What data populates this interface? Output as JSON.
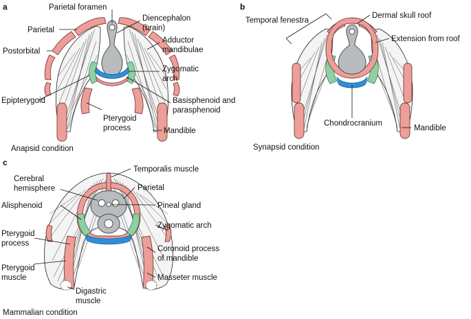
{
  "panels": {
    "a": {
      "letter": "a",
      "caption": "Anapsid condition",
      "labels": {
        "parietal_foramen": "Parietal foramen",
        "parietal": "Parietal",
        "postorbital": "Postorbital",
        "diencephalon_1": "Diencephalon",
        "diencephalon_2": "(brain)",
        "adductor_1": "Adductor",
        "adductor_2": "mandibulae",
        "zygomatic_1": "Zygomatic",
        "zygomatic_2": "arch",
        "epipterygoid": "Epipterygoid",
        "basisphenoid_1": "Basisphenoid and",
        "basisphenoid_2": "parasphenoid",
        "pterygoid_1": "Pterygoid",
        "pterygoid_2": "process",
        "mandible": "Mandible"
      }
    },
    "b": {
      "letter": "b",
      "caption": "Synapsid condition",
      "labels": {
        "temporal_fenestra": "Temporal fenestra",
        "dermal_skull_roof": "Dermal skull roof",
        "extension_from_roof": "Extension from roof",
        "chondrocranium": "Chondrocranium",
        "mandible": "Mandible"
      }
    },
    "c": {
      "letter": "c",
      "caption": "Mammalian condition",
      "labels": {
        "temporalis": "Temporalis muscle",
        "cerebral_1": "Cerebral",
        "cerebral_2": "hemisphere",
        "parietal": "Parietal",
        "alisphenoid": "Alisphenoid",
        "pineal": "Pineal gland",
        "zygomatic": "Zygomatic arch",
        "pterygoid_proc_1": "Pterygoid",
        "pterygoid_proc_2": "process",
        "coronoid_1": "Coronoid process",
        "coronoid_2": "of mandible",
        "pterygoid_mus_1": "Pterygoid",
        "pterygoid_mus_2": "muscle",
        "masseter": "Masseter muscle",
        "digastric_1": "Digastric",
        "digastric_2": "muscle"
      }
    }
  },
  "colors": {
    "bone": "#ec9e98",
    "brain": "#b9bcbe",
    "cartilage_green": "#8fcfa4",
    "floor_blue": "#2f8fd6",
    "muscle_fibre": "#333333"
  }
}
